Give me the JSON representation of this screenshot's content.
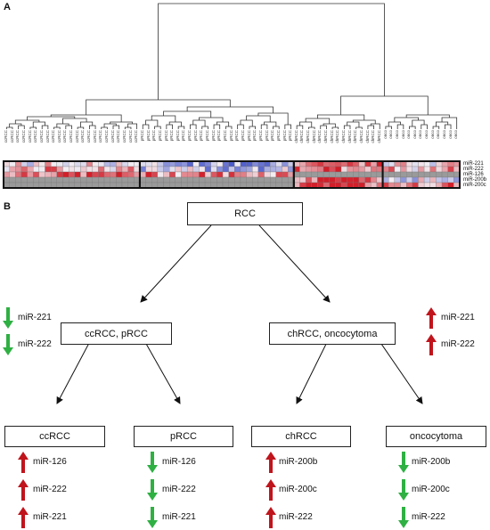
{
  "panel_a": {
    "label": "A",
    "row_labels": [
      "miR-221",
      "miR-222",
      "miR-126",
      "miR-200b",
      "miR-200c"
    ],
    "groups": [
      {
        "code": "ccRCC",
        "columns": 23
      },
      {
        "code": "pRCC",
        "columns": 26
      },
      {
        "code": "chRCC",
        "columns": 15
      },
      {
        "code": "onco",
        "columns": 13
      }
    ],
    "colors": {
      "up": "#d21f2a",
      "down": "#3f4fc8",
      "missing": "#9a9a9a",
      "neutral": "#f3eef3"
    }
  },
  "panel_b": {
    "label": "B",
    "root": "RCC",
    "level1": [
      {
        "label": "ccRCC, pRCC",
        "markers": [
          {
            "dir": "down",
            "mir": "miR-221"
          },
          {
            "dir": "down",
            "mir": "miR-222"
          }
        ]
      },
      {
        "label": "chRCC, oncocytoma",
        "markers": [
          {
            "dir": "up",
            "mir": "miR-221"
          },
          {
            "dir": "up",
            "mir": "miR-222"
          }
        ]
      }
    ],
    "leaves": [
      {
        "label": "ccRCC",
        "markers": [
          {
            "dir": "up",
            "mir": "miR-126"
          },
          {
            "dir": "up",
            "mir": "miR-222"
          },
          {
            "dir": "up",
            "mir": "miR-221"
          }
        ]
      },
      {
        "label": "pRCC",
        "markers": [
          {
            "dir": "down",
            "mir": "miR-126"
          },
          {
            "dir": "down",
            "mir": "miR-222"
          },
          {
            "dir": "down",
            "mir": "miR-221"
          }
        ]
      },
      {
        "label": "chRCC",
        "markers": [
          {
            "dir": "up",
            "mir": "miR-200b"
          },
          {
            "dir": "up",
            "mir": "miR-200c"
          },
          {
            "dir": "up",
            "mir": "miR-222"
          }
        ]
      },
      {
        "label": "oncocytoma",
        "markers": [
          {
            "dir": "down",
            "mir": "miR-200b"
          },
          {
            "dir": "down",
            "mir": "miR-200c"
          },
          {
            "dir": "down",
            "mir": "miR-222"
          }
        ]
      }
    ],
    "colors": {
      "up_arrow": "#c0141c",
      "down_arrow": "#2fb043"
    }
  }
}
